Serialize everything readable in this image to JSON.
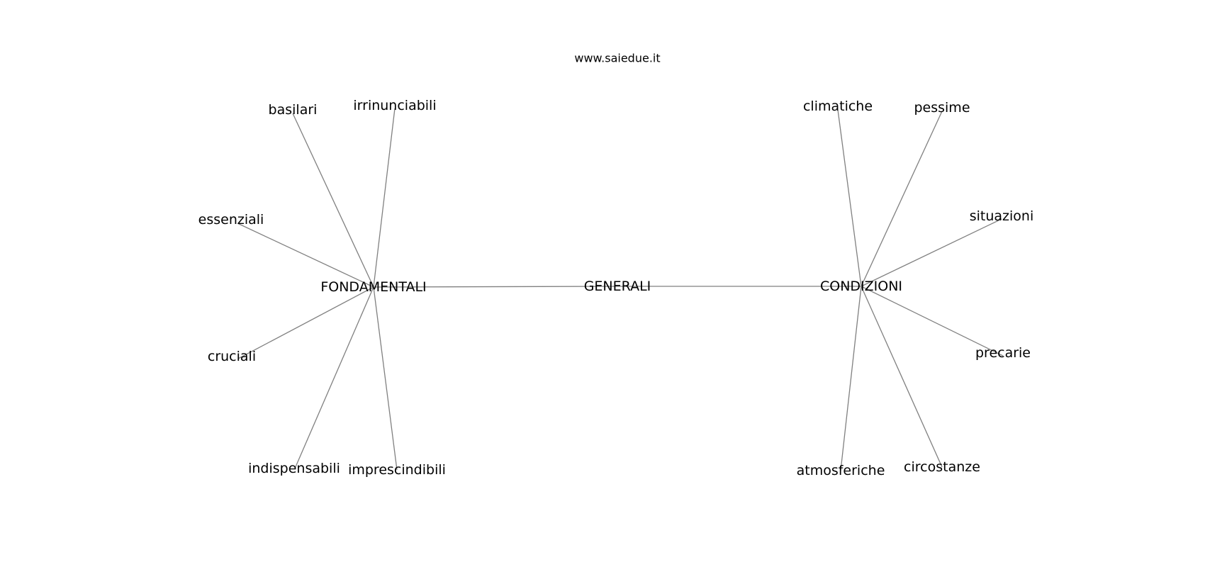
{
  "watermark": "www.saiedue.it",
  "colors": {
    "edge": "#808080",
    "text": "#000000",
    "background": "#ffffff"
  },
  "nodes": [
    {
      "id": "generali",
      "label": "GENERALI"
    },
    {
      "id": "fondamentali",
      "label": "FONDAMENTALI"
    },
    {
      "id": "condizioni",
      "label": "CONDIZIONI"
    },
    {
      "id": "basilari",
      "label": "basilari"
    },
    {
      "id": "irrinunciabili",
      "label": "irrinunciabili"
    },
    {
      "id": "essenziali",
      "label": "essenziali"
    },
    {
      "id": "cruciali",
      "label": "cruciali"
    },
    {
      "id": "indispensabili",
      "label": "indispensabili"
    },
    {
      "id": "imprescindibili",
      "label": "imprescindibili"
    },
    {
      "id": "climatiche",
      "label": "climatiche"
    },
    {
      "id": "pessime",
      "label": "pessime"
    },
    {
      "id": "situazioni",
      "label": "situazioni"
    },
    {
      "id": "precarie",
      "label": "precarie"
    },
    {
      "id": "atmosferiche",
      "label": "atmosferiche"
    },
    {
      "id": "circostanze",
      "label": "circostanze"
    }
  ],
  "edges": [
    [
      "generali",
      "fondamentali"
    ],
    [
      "generali",
      "condizioni"
    ],
    [
      "fondamentali",
      "basilari"
    ],
    [
      "fondamentali",
      "irrinunciabili"
    ],
    [
      "fondamentali",
      "essenziali"
    ],
    [
      "fondamentali",
      "cruciali"
    ],
    [
      "fondamentali",
      "indispensabili"
    ],
    [
      "fondamentali",
      "imprescindibili"
    ],
    [
      "condizioni",
      "climatiche"
    ],
    [
      "condizioni",
      "pessime"
    ],
    [
      "condizioni",
      "situazioni"
    ],
    [
      "condizioni",
      "precarie"
    ],
    [
      "condizioni",
      "atmosferiche"
    ],
    [
      "condizioni",
      "circostanze"
    ]
  ]
}
